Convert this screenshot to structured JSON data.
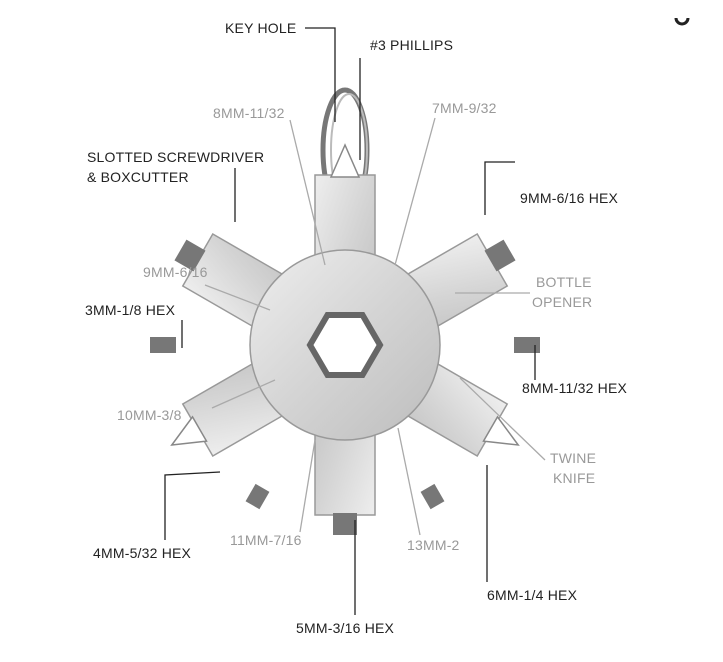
{
  "diagram": {
    "labels": {
      "key_hole": "KEY HOLE",
      "phillips": "#3 PHILLIPS",
      "mm8_top": "8MM-11/32",
      "mm7": "7MM-9/32",
      "slotted_1": "SLOTTED SCREWDRIVER",
      "slotted_2": "& BOXCUTTER",
      "hex9": "9MM-6/16 HEX",
      "mm9": "9MM-6/16",
      "bottle_1": "BOTTLE",
      "bottle_2": "OPENER",
      "hex3": "3MM-1/8 HEX",
      "hex8": "8MM-11/32 HEX",
      "mm10": "10MM-3/8",
      "twine_1": "TWINE",
      "twine_2": "KNIFE",
      "hex4": "4MM-5/32 HEX",
      "mm11": "11MM-7/16",
      "mm13": "13MM-2",
      "hex6": "6MM-1/4 HEX",
      "hex5": "5MM-3/16 HEX"
    },
    "colors": {
      "metal": "#d9d9d9",
      "metal_dark": "#8a8a8a",
      "label_dark": "#222222",
      "label_gray": "#999999"
    }
  }
}
